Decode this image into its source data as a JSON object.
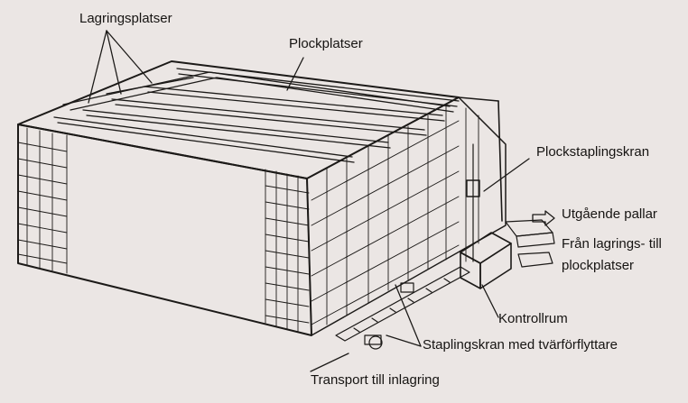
{
  "labels": {
    "lagringsplatser": "Lagringsplatser",
    "plockplatser": "Plockplatser",
    "plockstaplingskran": "Plockstaplingskran",
    "utgaende_pallar": "Utgående pallar",
    "fran_lagrings": "Från lagrings- till",
    "plockplatser_2": "plockplatser",
    "kontrollrum": "Kontrollrum",
    "staplingskran": "Staplingskran med tvärförflyttare",
    "transport": "Transport till inlagring"
  },
  "colors": {
    "paper": "#ebe6e4",
    "ink": "#1c1a18"
  }
}
